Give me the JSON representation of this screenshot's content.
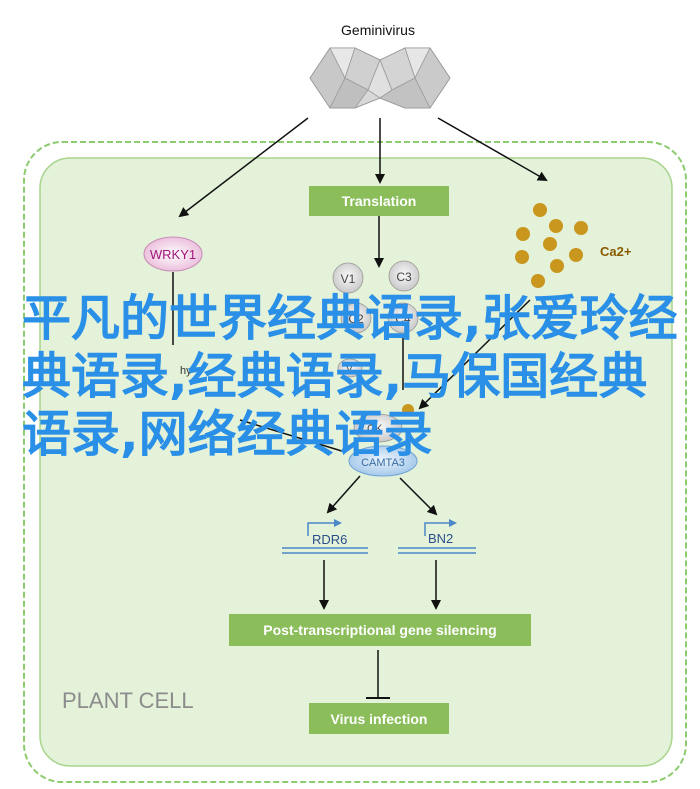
{
  "diagram": {
    "virus_label": "Geminivirus",
    "translation_label": "Translation",
    "wrky_label": "WRKY1",
    "ca_label": "Ca2+",
    "protein_labels": {
      "v1": "V1",
      "c3": "C3",
      "c2": "C2",
      "c4": "C4"
    },
    "clipped_labels": {
      "hy": "hy",
      "v_small": "V",
      "ac": "C",
      "camta": "CAMTA3",
      "ck": "CK"
    },
    "gene_labels": {
      "rdr6": "RDR6",
      "bn2": "BN2"
    },
    "ptgs_label": "Post-transcriptional gene silencing",
    "virus_infection_label": "Virus infection",
    "cell_label": "PLANT CELL",
    "colors": {
      "green_box": "#8bbe5b",
      "cell_fill": "#e3f2d8",
      "cell_border": "#8ccc6e",
      "ca_dot": "#c9961e",
      "protein_gray": "#c8c8c8",
      "camta_blue": "#9fc5e8",
      "wrky_pink": "#e8b4d6",
      "wrky_text": "#a0167a"
    }
  },
  "overlay_text": "平凡的世界经典语录,张爱玲经典语录,经典语录,马保国经典语录,网络经典语录"
}
